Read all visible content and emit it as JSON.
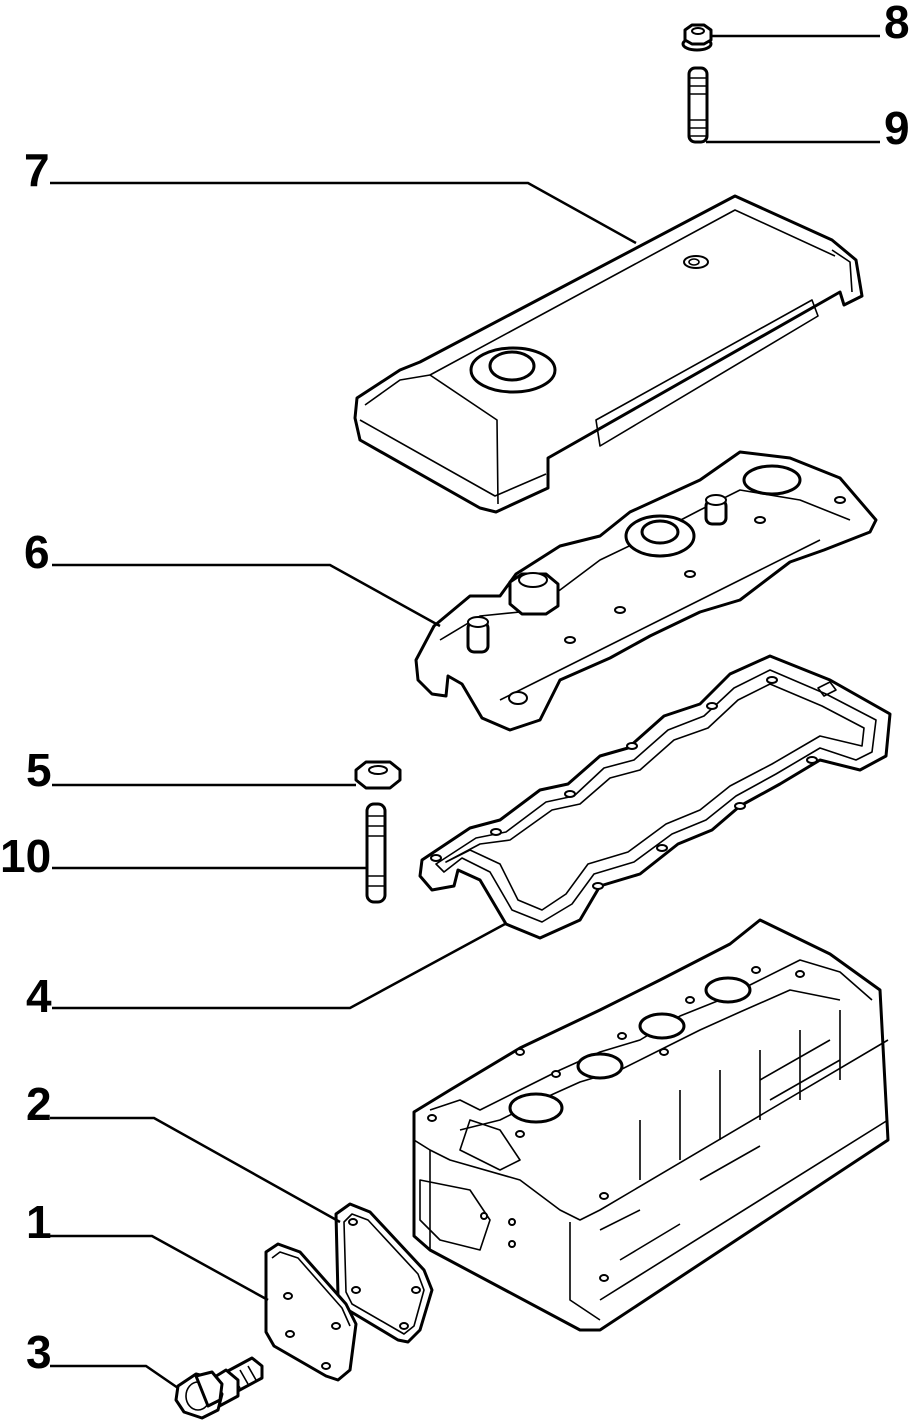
{
  "diagram": {
    "callouts": [
      {
        "id": "p1",
        "label": "1"
      },
      {
        "id": "p2",
        "label": "2"
      },
      {
        "id": "p3",
        "label": "3"
      },
      {
        "id": "p4",
        "label": "4"
      },
      {
        "id": "p5",
        "label": "5"
      },
      {
        "id": "p6",
        "label": "6"
      },
      {
        "id": "p7",
        "label": "7"
      },
      {
        "id": "p8",
        "label": "8"
      },
      {
        "id": "p9",
        "label": "9"
      },
      {
        "id": "p10",
        "label": "10"
      }
    ],
    "line_color": "#000000",
    "background": "#ffffff"
  }
}
